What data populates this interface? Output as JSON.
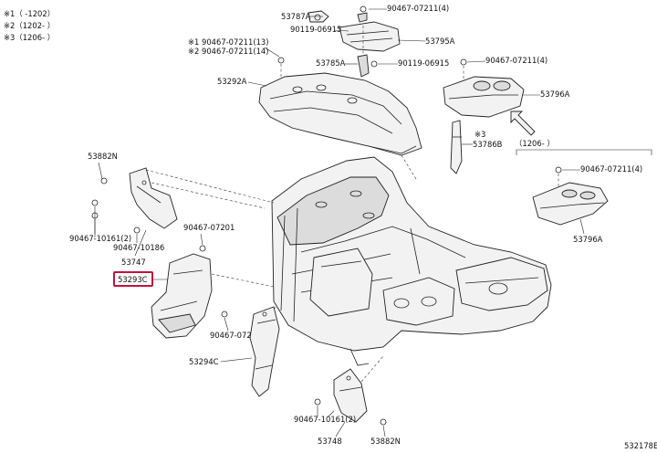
{
  "notes": {
    "note1": "※1（  -1202）",
    "note2": "※2（1202-  ）",
    "note3": "※3（1206-  ）"
  },
  "labels": {
    "p53787A": "53787A",
    "b90467_07211_top": "90467-07211(4)",
    "b90119_06915_a": "90119-06915",
    "p53795A": "53795A",
    "b90467_07211_13": "※1 90467-07211(13)",
    "b90467_07211_14": "※2 90467-07211(14)",
    "p53785A": "53785A",
    "b90119_06915_b": "90119-06915",
    "b90467_07211_right": "90467-07211(4)",
    "p53292A": "53292A",
    "p53796A_a": "53796A",
    "p53786B": "53786B",
    "note3_ref": "※3",
    "range_1206": "（1206-   ）",
    "b90467_07211_far": "90467-07211(4)",
    "p53796A_b": "53796A",
    "p53882N_a": "53882N",
    "b90467_10161_left": "90467-10161(2)",
    "b90467_10186": "90467-10186",
    "p53747": "53747",
    "b90467_07201_a": "90467-07201",
    "p53293C": "53293C",
    "b90467_07201_b": "90467-07201",
    "p53294C": "53294C",
    "b90467_10161_bottom": "90467-10161(2)",
    "p53748": "53748",
    "p53882N_b": "53882N",
    "figure_code": "532178E"
  },
  "highlight_color": "#c0143c"
}
